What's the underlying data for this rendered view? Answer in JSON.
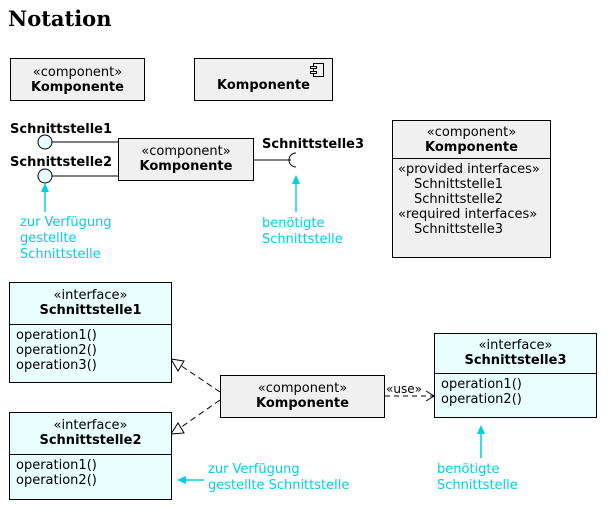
{
  "title": "Notation",
  "box1": {
    "stereotype": "«component»",
    "name": "Komponente"
  },
  "box2": {
    "name": "Komponente",
    "icon": "component-icon"
  },
  "lollipop": {
    "stereotype": "«component»",
    "name": "Komponente",
    "provided1": "Schnittstelle1",
    "provided2": "Schnittstelle2",
    "required": "Schnittstelle3",
    "note_provided": [
      "zur Verfügung",
      "gestellte",
      "Schnittstelle"
    ],
    "note_required": [
      "benötigte",
      "Schnittstelle"
    ]
  },
  "box4": {
    "stereotype": "«component»",
    "name": "Komponente",
    "provided_header": "«provided interfaces»",
    "provided": [
      "Schnittstelle1",
      "Schnittstelle2"
    ],
    "required_header": "«required interfaces»",
    "required": [
      "Schnittstelle3"
    ]
  },
  "if1": {
    "stereotype": "«interface»",
    "name": "Schnittstelle1",
    "ops": [
      "operation1()",
      "operation2()",
      "operation3()"
    ]
  },
  "if2": {
    "stereotype": "«interface»",
    "name": "Schnittstelle2",
    "ops": [
      "operation1()",
      "operation2()"
    ]
  },
  "if3": {
    "stereotype": "«interface»",
    "name": "Schnittstelle3",
    "ops": [
      "operation1()",
      "operation2()"
    ]
  },
  "comp": {
    "stereotype": "«component»",
    "name": "Komponente"
  },
  "use_label": "«use»",
  "note_bottom_provided": [
    "zur Verfügung",
    "gestellte Schnittstelle"
  ],
  "note_bottom_required": [
    "benötigte",
    "Schnittstelle"
  ],
  "colors": {
    "note": "#00d0e0",
    "component_fill": "#f0f0f0",
    "interface_fill": "#e9fefe"
  }
}
